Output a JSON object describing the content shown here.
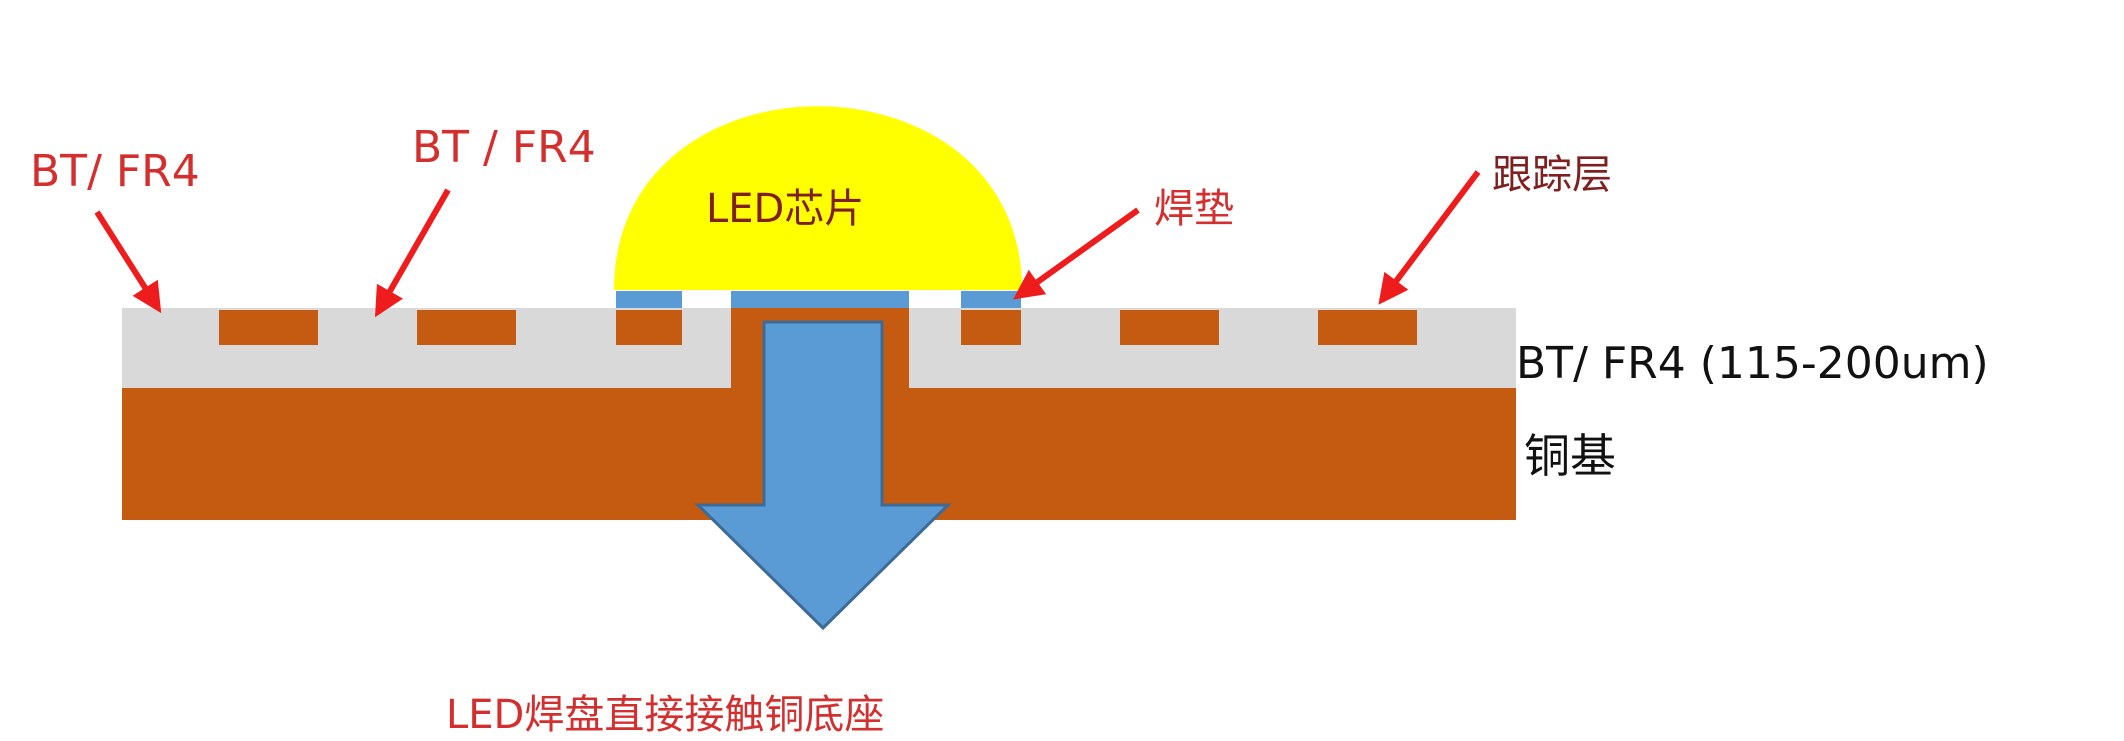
{
  "labels": {
    "bt_fr4_left": "BT/ FR4",
    "bt_fr4_mid": "BT / FR4",
    "led_chip": "LED芯片",
    "solder_pad": "焊垫",
    "trace_layer": "跟踪层",
    "bt_fr4_layer": "BT/ FR4 (115-200um)",
    "copper_base": "铜基",
    "caption": "LED焊盘直接接触铜底座"
  },
  "colors": {
    "dielectric": "#d9d9d9",
    "copper": "#c55a11",
    "led_dome": "#ffff00",
    "pad": "#5b9bd5",
    "heat_arrow": "#5b9bd5",
    "callout_arrow": "#ee1c1c",
    "callout_text": "#d32f2f",
    "dark_text": "#7f1f1f",
    "black_text": "#111111"
  }
}
